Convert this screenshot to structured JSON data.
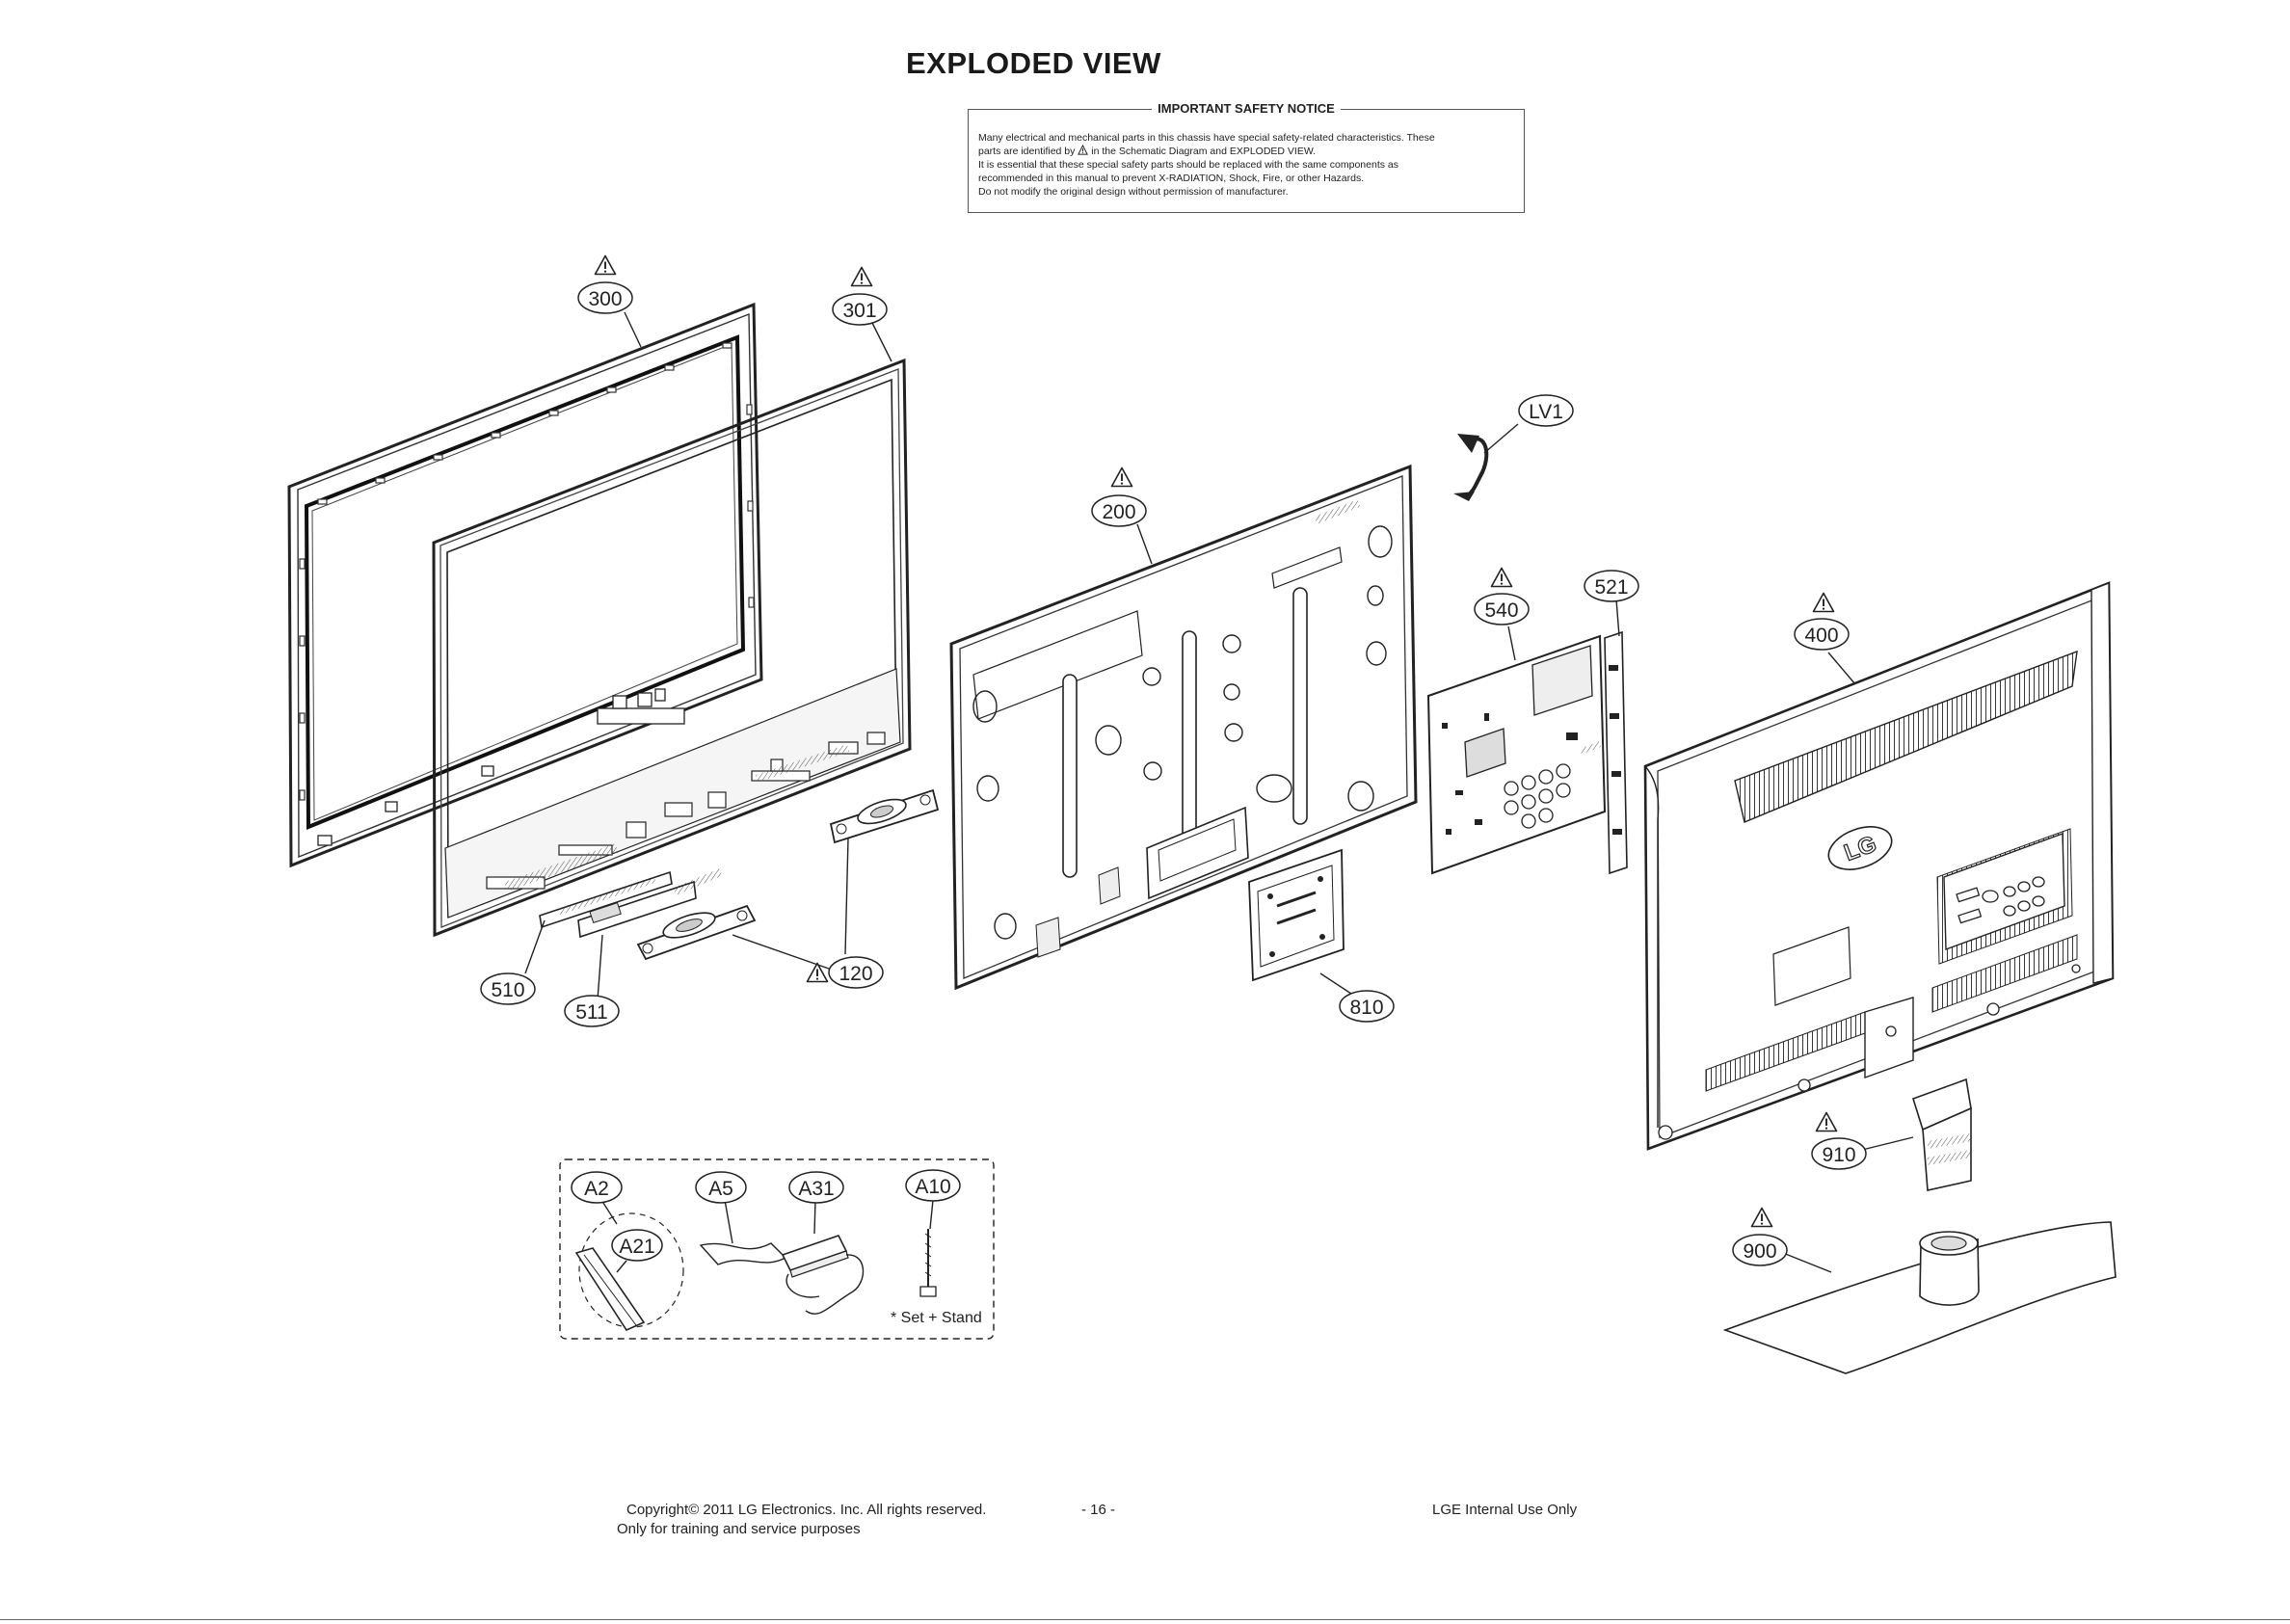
{
  "title": "EXPLODED VIEW",
  "safety_notice": {
    "heading": "IMPORTANT SAFETY NOTICE",
    "line1": "Many electrical and mechanical parts in this chassis have special safety-related characteristics. These",
    "line2_before": "parts are identified by",
    "line2_after": "in the Schematic Diagram and EXPLODED VIEW.",
    "line3": "It is essential that these special safety parts should be replaced with the same components as",
    "line4": "recommended in this manual to prevent X-RADIATION, Shock, Fire, or other Hazards.",
    "line5": "Do not modify the original design without permission of manufacturer."
  },
  "callouts": {
    "c300": "300",
    "c301": "301",
    "c200": "200",
    "cLV1": "LV1",
    "c540": "540",
    "c521": "521",
    "c400": "400",
    "c510": "510",
    "c511": "511",
    "c120": "120",
    "c810": "810",
    "c910": "910",
    "c900": "900",
    "cA2": "A2",
    "cA5": "A5",
    "cA31": "A31",
    "cA10": "A10",
    "cA21": "A21"
  },
  "accessory_note": "* Set + Stand",
  "footer": {
    "copyright": "Copyright© 2011   LG Electronics. Inc. All rights reserved.",
    "training": "Only for training and service purposes",
    "page_number": "- 16 -",
    "internal": "LGE Internal Use Only"
  },
  "logo_text": "LG"
}
